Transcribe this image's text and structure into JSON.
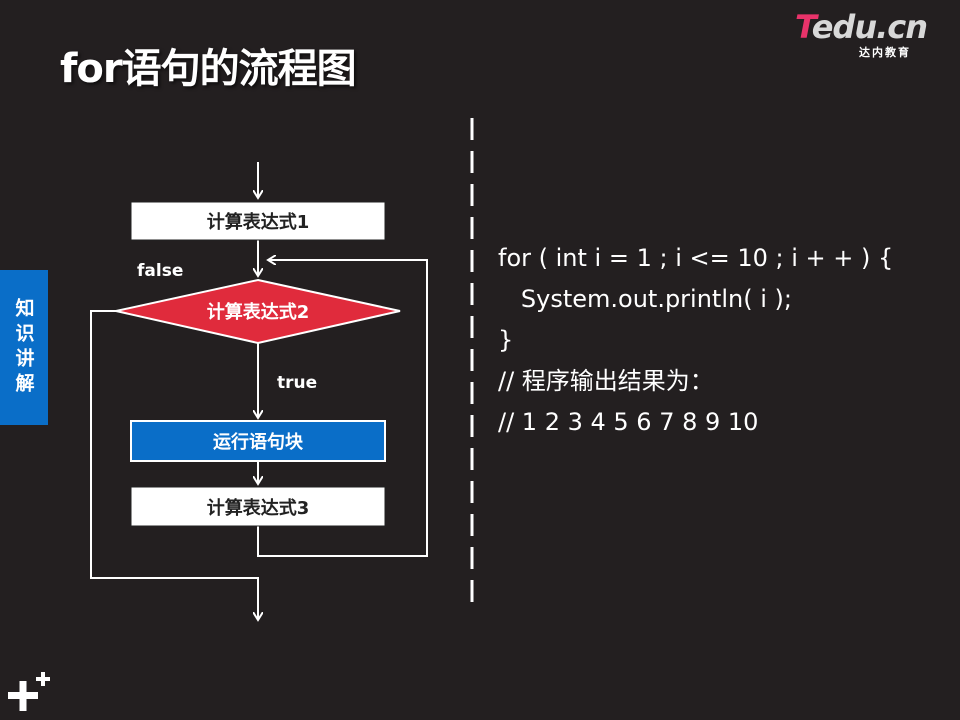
{
  "slide": {
    "title": "for语句的流程图",
    "side_tab": "知识讲解"
  },
  "logo": {
    "brand": "edu.cn",
    "brand_initial": "T",
    "subtitle": "达内教育",
    "accent_color": "#e8336a"
  },
  "flowchart": {
    "nodes": [
      {
        "id": "expr1",
        "shape": "rect",
        "label": "计算表达式1",
        "fill": "#ffffff",
        "text_color": "#222222"
      },
      {
        "id": "expr2",
        "shape": "diamond",
        "label": "计算表达式2",
        "fill": "#e02b3c",
        "text_color": "#ffffff"
      },
      {
        "id": "body",
        "shape": "rect",
        "label": "运行语句块",
        "fill": "#0a6ec8",
        "text_color": "#ffffff"
      },
      {
        "id": "expr3",
        "shape": "rect",
        "label": "计算表达式3",
        "fill": "#ffffff",
        "text_color": "#222222"
      }
    ],
    "edge_labels": {
      "false": "false",
      "true": "true"
    }
  },
  "code": {
    "lines": [
      "for ( int i = 1 ; i <= 10 ; i + + ) {",
      "   System.out.println( i );",
      "}",
      "// 程序输出结果为：",
      "// 1 2 3 4 5 6 7 8 9 10"
    ]
  },
  "decor": {
    "corner_icon": "plus-icon"
  }
}
